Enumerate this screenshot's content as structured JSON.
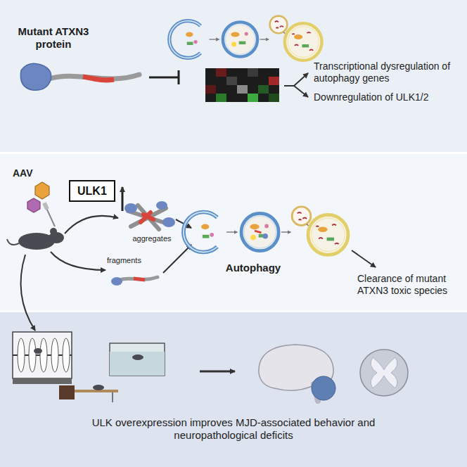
{
  "diagram": {
    "nodes": [
      {
        "text": [
          "Mutant ATXN3 protein",
          "Transcriptional dysregulation of autophagy genes",
          "Downregulation of ULK1/2"
        ]
      },
      {
        "text": [
          "AAV",
          "aggregates",
          "fragments",
          "Autophagy",
          "Clearance of mutant ATXN3 toxic species"
        ]
      },
      {
        "text": [
          "ULK1"
        ],
        "in": 1
      },
      {
        "text": [
          "ULK overexpression improves MJD-associated behavior and neuropathological deficits"
        ]
      }
    ]
  }
}
